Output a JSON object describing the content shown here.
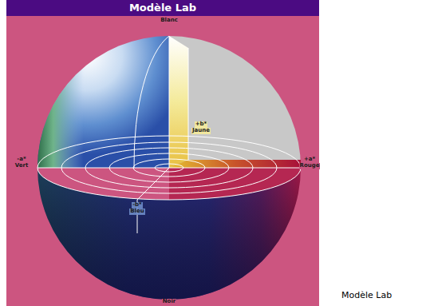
{
  "diagram": {
    "title": "Modèle Lab",
    "caption": "Modèle Lab",
    "labels": [
      "Blanc",
      "+b*",
      "Jaune",
      "-a*",
      "Vert",
      "+a*",
      "Rouge",
      "-b*",
      "Bleu",
      "Noir"
    ]
  }
}
